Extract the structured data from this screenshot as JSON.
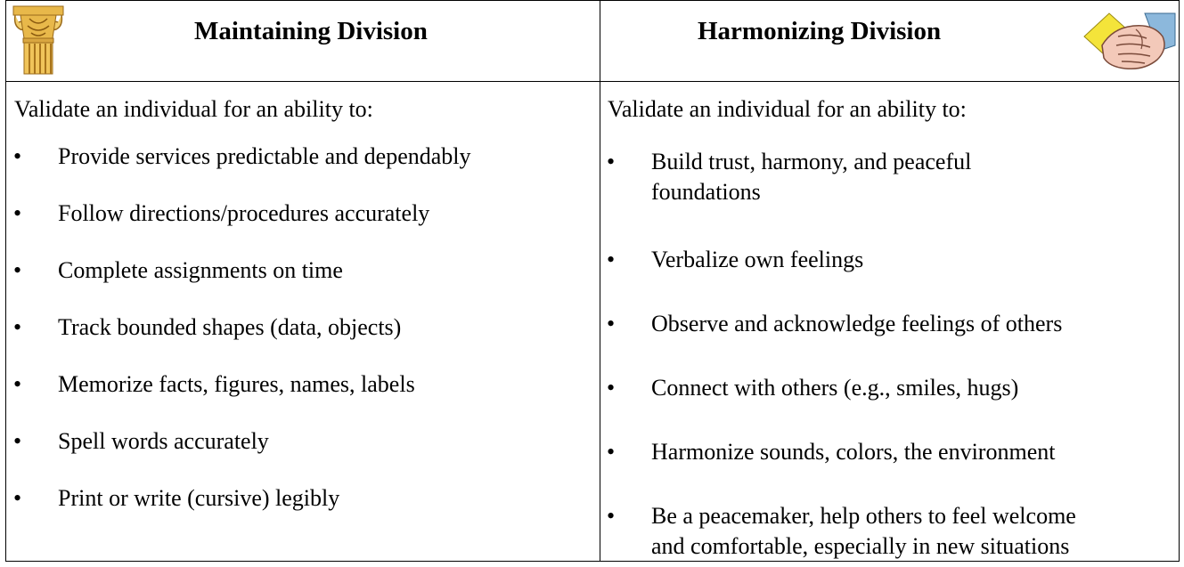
{
  "maintaining": {
    "title": "Maintaining Division",
    "icon": "column-capital-icon",
    "intro": "Validate an individual for an ability to:",
    "items": [
      "Provide services predictable and dependably",
      "Follow directions/procedures accurately",
      "Complete assignments on time",
      "Track bounded shapes (data, objects)",
      "Memorize facts, figures, names, labels",
      "Spell words accurately",
      "Print or write (cursive) legibly"
    ]
  },
  "harmonizing": {
    "title": "Harmonizing Division",
    "icon": "holding-hands-icon",
    "intro": "Validate an individual for an ability to:",
    "items": [
      [
        "Build trust, harmony, and peaceful",
        "foundations"
      ],
      [
        "Verbalize own feelings"
      ],
      [
        "Observe and acknowledge feelings of others"
      ],
      [
        "Connect with others (e.g., smiles, hugs)"
      ],
      [
        "Harmonize sounds, colors, the environment"
      ],
      [
        "Be a peacemaker, help others to feel welcome",
        "and comfortable, especially in new situations"
      ]
    ]
  },
  "bullet": "•",
  "colors": {
    "column_gold": "#e8b84a",
    "column_dark": "#9a6a1a",
    "hands_yellow": "#f4e43a",
    "hands_skin": "#f3c9b9",
    "hands_blue": "#6aa0c8"
  }
}
